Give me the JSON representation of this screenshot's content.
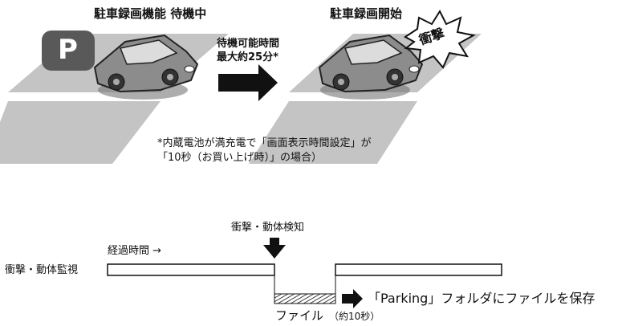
{
  "top": {
    "left_caption": "駐車録画機能 待機中",
    "right_caption": "駐車録画開始",
    "parking_sign": "P",
    "wait_line1": "待機可能時間",
    "wait_line2": "最大約25分*",
    "impact_label": "衝撃",
    "footnote_line1": "*内蔵電池が満充電で「画面表示時間設定」が",
    "footnote_line2": "「10秒（お買い上げ時）」の場合）"
  },
  "timeline": {
    "detect_label": "衝撃・動体検知",
    "elapsed_label": "経過時間 →",
    "monitor_label": "衝撃・動体監視",
    "save_text": "「Parking」フォルダにファイルを保存",
    "file_label": "ファイル",
    "file_duration": "（約10秒）"
  },
  "colors": {
    "lot_gray": "#bfbfbf",
    "sign_bg": "#595959",
    "car_body": "#8c8c8c",
    "arrow_fill": "#111111"
  }
}
